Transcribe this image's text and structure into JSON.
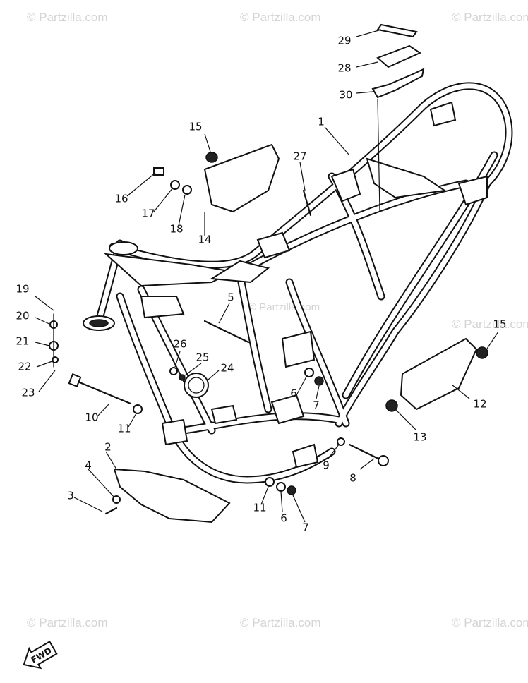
{
  "watermark": {
    "text": "© Partzilla.com",
    "center_text": "© Partzilla.com"
  },
  "badge": {
    "fwd_label": "FWD"
  },
  "callouts": [
    {
      "id": "1",
      "label": "1"
    },
    {
      "id": "2",
      "label": "2"
    },
    {
      "id": "3",
      "label": "3"
    },
    {
      "id": "4",
      "label": "4"
    },
    {
      "id": "5",
      "label": "5"
    },
    {
      "id": "6a",
      "label": "6"
    },
    {
      "id": "6b",
      "label": "6"
    },
    {
      "id": "7a",
      "label": "7"
    },
    {
      "id": "7b",
      "label": "7"
    },
    {
      "id": "8",
      "label": "8"
    },
    {
      "id": "9",
      "label": "9"
    },
    {
      "id": "10",
      "label": "10"
    },
    {
      "id": "11a",
      "label": "11"
    },
    {
      "id": "11b",
      "label": "11"
    },
    {
      "id": "12",
      "label": "12"
    },
    {
      "id": "13",
      "label": "13"
    },
    {
      "id": "14",
      "label": "14"
    },
    {
      "id": "15a",
      "label": "15"
    },
    {
      "id": "15b",
      "label": "15"
    },
    {
      "id": "16",
      "label": "16"
    },
    {
      "id": "17",
      "label": "17"
    },
    {
      "id": "18",
      "label": "18"
    },
    {
      "id": "19",
      "label": "19"
    },
    {
      "id": "20",
      "label": "20"
    },
    {
      "id": "21",
      "label": "21"
    },
    {
      "id": "22",
      "label": "22"
    },
    {
      "id": "23",
      "label": "23"
    },
    {
      "id": "24",
      "label": "24"
    },
    {
      "id": "25",
      "label": "25"
    },
    {
      "id": "26",
      "label": "26"
    },
    {
      "id": "27",
      "label": "27"
    },
    {
      "id": "28",
      "label": "28"
    },
    {
      "id": "29",
      "label": "29"
    },
    {
      "id": "30",
      "label": "30"
    }
  ]
}
